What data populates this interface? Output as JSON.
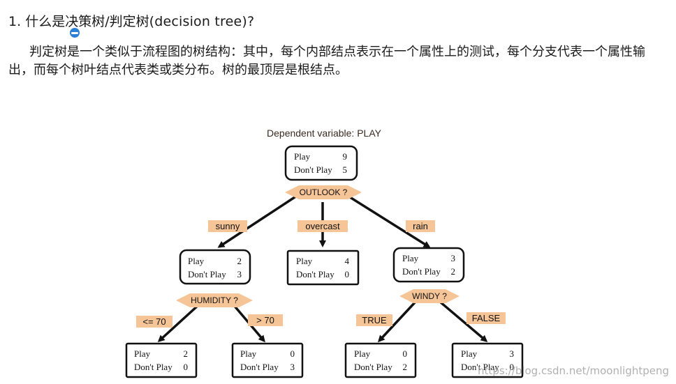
{
  "heading": {
    "number": "1.",
    "text_cn": "什么是决策树/判定树",
    "text_en": "(decision tree)?"
  },
  "paragraph": "判定树是一个类似于流程图的树结构：其中，每个内部结点表示在一个属性上的测试，每个分支代表一个属性输出，而每个树叶结点代表类或类分布。树的最顶层是根结点。",
  "diagram": {
    "title": "Dependent variable: PLAY",
    "play_label": "Play",
    "dont_play_label": "Don't Play",
    "nodes": {
      "root": {
        "play": "9",
        "dont": "5"
      },
      "sunny": {
        "play": "2",
        "dont": "3"
      },
      "overcast": {
        "play": "4",
        "dont": "0"
      },
      "rain": {
        "play": "3",
        "dont": "2"
      },
      "le70": {
        "play": "2",
        "dont": "0"
      },
      "gt70": {
        "play": "0",
        "dont": "3"
      },
      "true": {
        "play": "0",
        "dont": "2"
      },
      "false": {
        "play": "3",
        "dont": "0"
      }
    },
    "tests": {
      "outlook": "OUTLOOK ?",
      "humidity": "HUMIDITY ?",
      "windy": "WINDY ?"
    },
    "branches": {
      "sunny": "sunny",
      "overcast": "overcast",
      "rain": "rain",
      "le70": "<= 70",
      "gt70": "> 70",
      "true": "TRUE",
      "false": "FALSE"
    },
    "colors": {
      "label_fill": "#f5c497",
      "border": "#111111"
    }
  },
  "watermark": "https://blog.csdn.net/moonlightpeng"
}
